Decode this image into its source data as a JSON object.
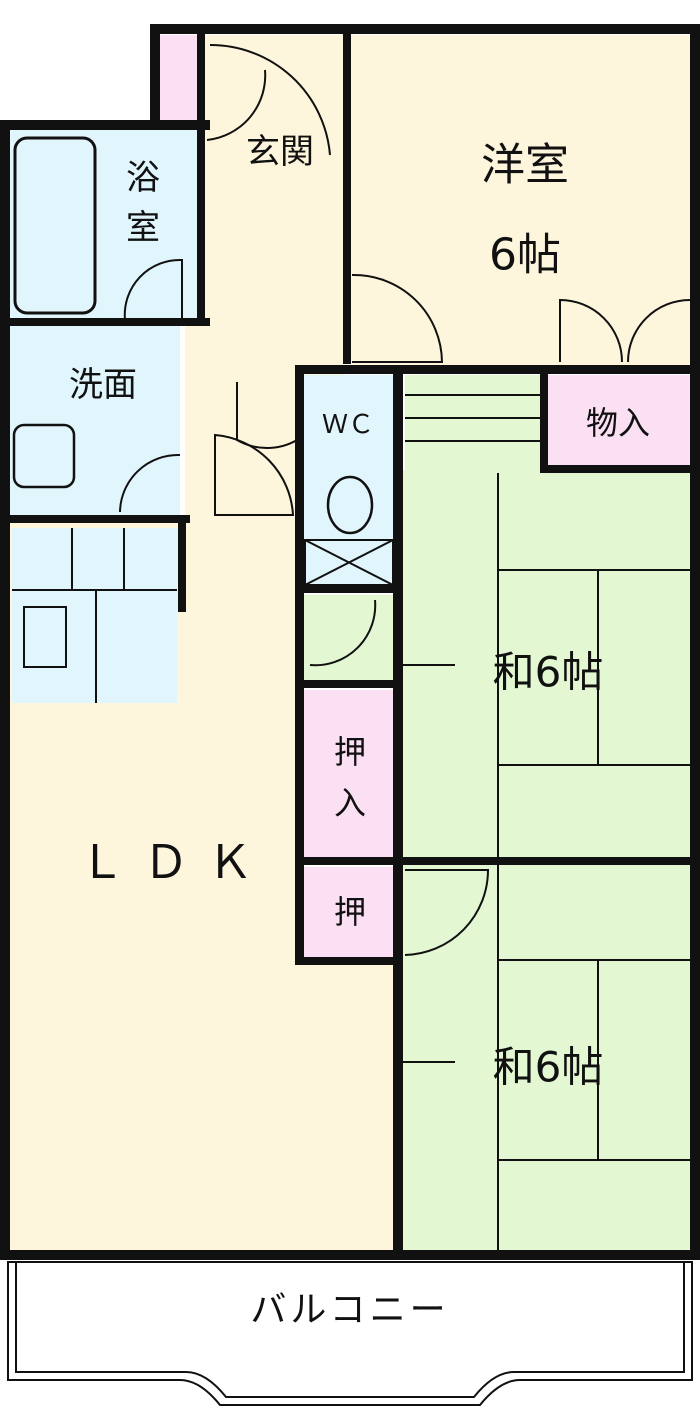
{
  "floorplan": {
    "rooms": {
      "western": {
        "name": "洋室",
        "size": "6帖"
      },
      "entrance": {
        "name": "玄関"
      },
      "bath": {
        "name_line1": "浴",
        "name_line2": "室"
      },
      "washroom": {
        "name": "洗面"
      },
      "toilet": {
        "name": "ＷＣ"
      },
      "storage": {
        "name": "物入"
      },
      "japanese1": {
        "name": "和6帖"
      },
      "japanese2": {
        "name": "和6帖"
      },
      "closet1": {
        "name_line1": "押",
        "name_line2": "入"
      },
      "closet2": {
        "name": "押"
      },
      "ldk": {
        "name": "ＬＤＫ"
      },
      "balcony": {
        "name": "バルコニー"
      }
    },
    "colors": {
      "western": "#fdf6dc",
      "wet": "#e1f5fc",
      "japanese": "#e3f8d2",
      "closet": "#fbe0f3",
      "wall": "#111111"
    }
  }
}
